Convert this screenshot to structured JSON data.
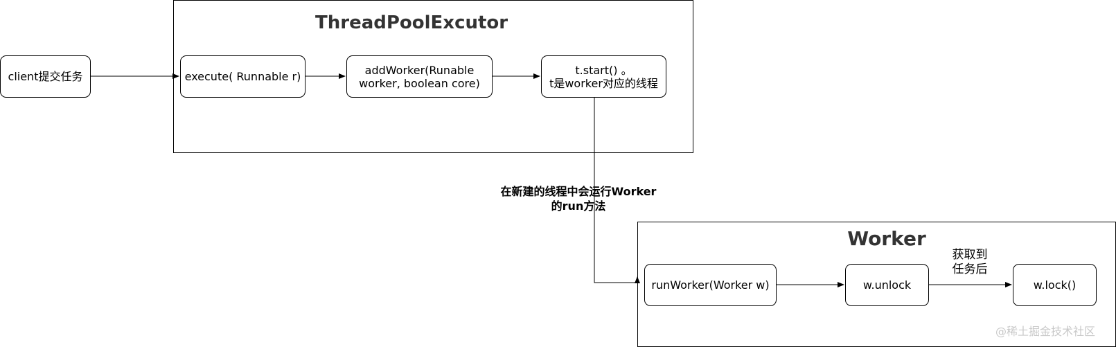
{
  "containers": {
    "thread_pool": {
      "title": "ThreadPoolExcutor"
    },
    "worker": {
      "title": "Worker"
    }
  },
  "nodes": {
    "client": {
      "label": "client提交任务"
    },
    "execute": {
      "label": "execute( Runnable r)"
    },
    "add_worker": {
      "label": "addWorker(Runable\nworker, boolean core)"
    },
    "start": {
      "label": "t.start() 。\nt是worker对应的线程"
    },
    "run_worker": {
      "label": "runWorker(Worker w)"
    },
    "unlock": {
      "label": "w.unlock"
    },
    "lock": {
      "label": "w.lock()"
    }
  },
  "edge_labels": {
    "new_thread": "在新建的线程中会运行Worker\n的run方法",
    "after_task": "获取到\n任务后"
  },
  "watermark": {
    "text": "@稀土掘金技术社区"
  },
  "colors": {
    "line": "#000000",
    "title": "#333333",
    "watermark": "#c9c9c9"
  }
}
